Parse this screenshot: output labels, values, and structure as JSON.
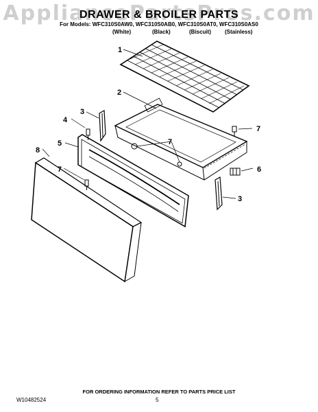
{
  "watermark": "AppliancePartsPros.com",
  "header": {
    "title": "DRAWER & BROILER PARTS",
    "models_line": "For Models: WFC310S0AW0, WFC310S0AB0, WFC310S0AT0, WFC310S0AS0",
    "colors": [
      "(White)",
      "(Black)",
      "(Biscuit)",
      "(Stainless)"
    ]
  },
  "callouts": {
    "rack": "1",
    "drawer_body": "2",
    "slide_left": "3",
    "slide_right": "3",
    "screw_front": "4",
    "drawer_front": "5",
    "bracket": "6",
    "screw_right": "7",
    "screws_inner": "7",
    "screw_panel": "7",
    "outer_panel": "8"
  },
  "footer": {
    "ordering_info": "FOR ORDERING INFORMATION REFER TO PARTS PRICE LIST",
    "doc_number": "W10482524",
    "page_number": "5"
  }
}
